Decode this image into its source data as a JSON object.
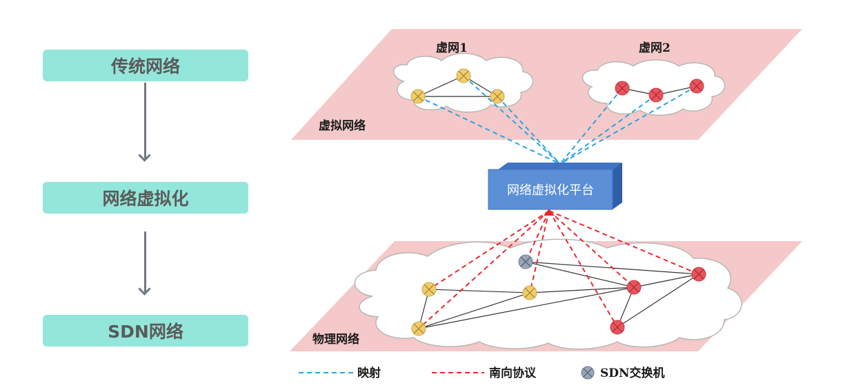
{
  "left_flow": {
    "steps": [
      "传统网络",
      "网络虚拟化",
      "SDN网络"
    ]
  },
  "diagram": {
    "virtual_layer_label": "虚拟网络",
    "physical_layer_label": "物理网络",
    "vnet1_label": "虚网1",
    "vnet2_label": "虚网2",
    "platform_label": "网络虚拟化平台"
  },
  "legend": {
    "mapping_label": "映射",
    "southbound_label": "南向协议",
    "switch_label": "SDN交换机"
  },
  "colors": {
    "step_bg": "#93e6da",
    "plane_fill": "#f5c9c9",
    "platform_front": "#5b8fd6",
    "platform_top": "#3f74c2",
    "mapping_line": "#29a3e0",
    "southbound_line": "#e8272a",
    "node_yellow": "#f0cd6b",
    "node_red": "#e9545c",
    "node_gray": "#9aa6b8"
  }
}
